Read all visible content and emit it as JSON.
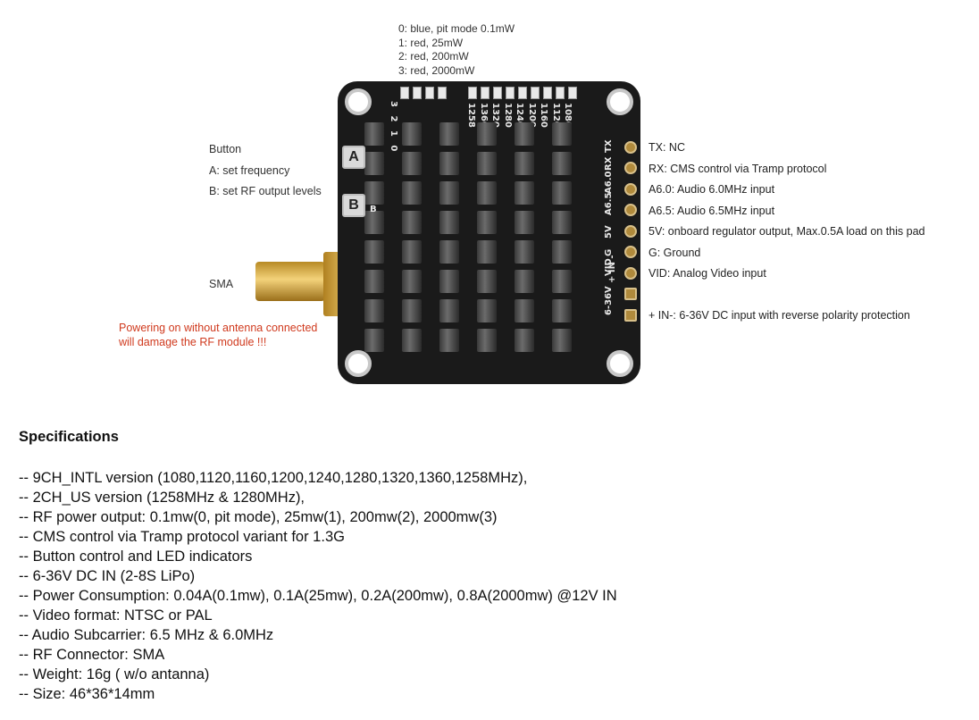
{
  "power_levels": [
    "0: blue, pit mode 0.1mW",
    "1: red, 25mW",
    "2: red, 200mW",
    "3: red, 2000mW"
  ],
  "button_notes": {
    "title": "Button",
    "a": "A: set frequency",
    "b": "B: set RF output levels"
  },
  "sma_label": "SMA",
  "warning": {
    "line1": "Powering on without antenna connected",
    "line2": "will damage the RF module !!!",
    "color": "#d03a1e"
  },
  "pads": [
    "TX: NC",
    "RX: CMS control via Tramp protocol",
    "A6.0: Audio 6.0MHz input",
    "A6.5: Audio 6.5MHz input",
    "5V: onboard regulator output, Max.0.5A load on this pad",
    "G: Ground",
    "VID: Analog Video input",
    "+ IN-:  6-36V DC input with reverse polarity protection"
  ],
  "board_silk": {
    "power_digits": "3 2 1 0",
    "channels": [
      "1258",
      "1360",
      "1320",
      "1280",
      "1240",
      "1200",
      "1160",
      "1120",
      "1080"
    ],
    "pad_labels": [
      "TX",
      "RX",
      "A6.0",
      "A6.5",
      "5V",
      "G",
      "VID",
      "6-36V"
    ],
    "in_label": "+ IN -",
    "button_a": "A",
    "button_b": "B",
    "b_marker": "B"
  },
  "specs": {
    "title": "Specifications",
    "lines": [
      "-- 9CH_INTL version (1080,1120,1160,1200,1240,1280,1320,1360,1258MHz),",
      "-- 2CH_US version (1258MHz & 1280MHz),",
      "-- RF power output: 0.1mw(0, pit mode), 25mw(1), 200mw(2), 2000mw(3)",
      "-- CMS control via Tramp protocol variant for 1.3G",
      "-- Button control and LED indicators",
      "-- 6-36V DC IN (2-8S LiPo)",
      "-- Power Consumption: 0.04A(0.1mw), 0.1A(25mw), 0.2A(200mw), 0.8A(2000mw) @12V IN",
      "-- Video format: NTSC or PAL",
      "-- Audio Subcarrier: 6.5 MHz & 6.0MHz",
      "-- RF Connector: SMA",
      "-- Weight: 16g ( w/o antanna)",
      "-- Size:  46*36*14mm"
    ]
  }
}
